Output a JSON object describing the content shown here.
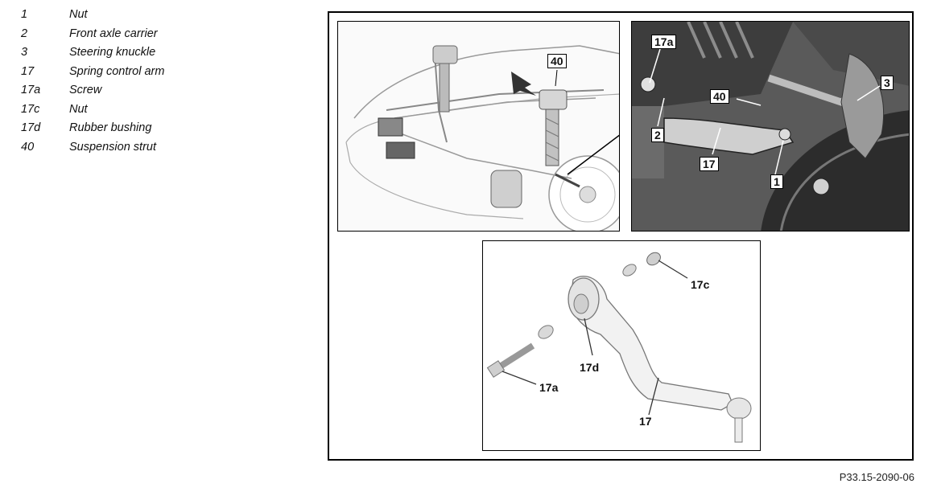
{
  "legend": [
    {
      "num": "1",
      "desc": "Nut"
    },
    {
      "num": "2",
      "desc": "Front axle carrier"
    },
    {
      "num": "3",
      "desc": "Steering knuckle"
    },
    {
      "num": "17",
      "desc": "Spring control arm"
    },
    {
      "num": "17a",
      "desc": "Screw"
    },
    {
      "num": "17c",
      "desc": "Nut"
    },
    {
      "num": "17d",
      "desc": "Rubber bushing"
    },
    {
      "num": "40",
      "desc": "Suspension strut"
    }
  ],
  "callouts": {
    "car_40": "40",
    "photo_17a": "17a",
    "photo_40": "40",
    "photo_3": "3",
    "photo_2": "2",
    "photo_17": "17",
    "photo_1": "1",
    "part_17c": "17c",
    "part_17d": "17d",
    "part_17a": "17a",
    "part_17": "17"
  },
  "figure_code": "P33.15-2090-06"
}
